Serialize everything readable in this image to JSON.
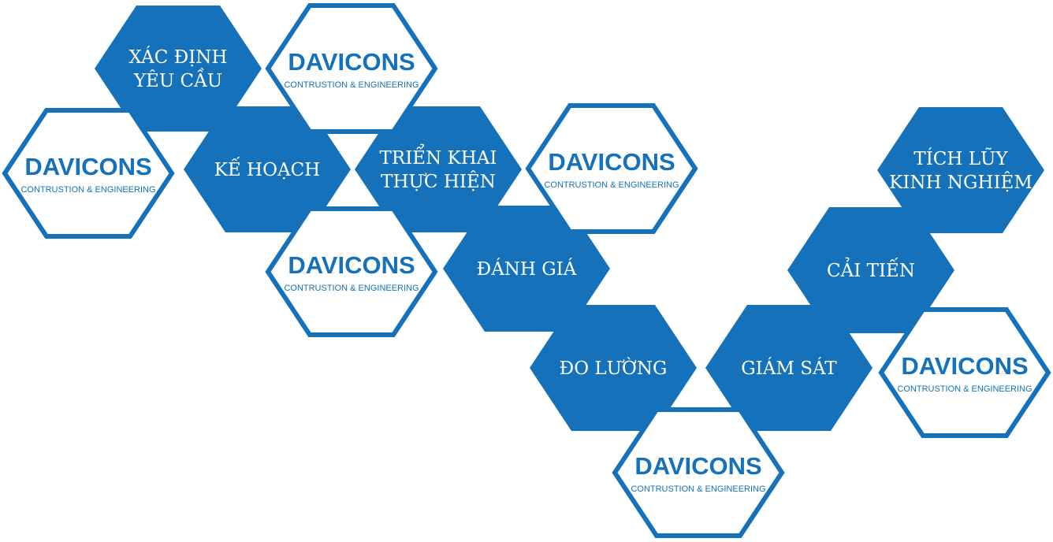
{
  "colors": {
    "primary": "#1571ba",
    "background": "#ffffff"
  },
  "brand": {
    "name": "DAVICONS",
    "tagline": "CONTRUSTION & ENGINEERING"
  },
  "steps": [
    {
      "id": "xac-dinh-yeu-cau",
      "lines": [
        "XÁC ĐỊNH",
        "YÊU CẦU"
      ]
    },
    {
      "id": "ke-hoach",
      "lines": [
        "KẾ HOẠCH"
      ]
    },
    {
      "id": "trien-khai-thuc-hien",
      "lines": [
        "TRIỂN KHAI",
        "THỰC HIỆN"
      ]
    },
    {
      "id": "danh-gia",
      "lines": [
        "ĐÁNH GIÁ"
      ]
    },
    {
      "id": "do-luong",
      "lines": [
        "ĐO LƯỜNG"
      ]
    },
    {
      "id": "giam-sat",
      "lines": [
        "GIÁM SÁT"
      ]
    },
    {
      "id": "cai-tien",
      "lines": [
        "CẢI TIẾN"
      ]
    },
    {
      "id": "tich-luy-kinh-nghiem",
      "lines": [
        "TÍCH LŨY",
        "KINH NGHIỆM"
      ]
    }
  ]
}
